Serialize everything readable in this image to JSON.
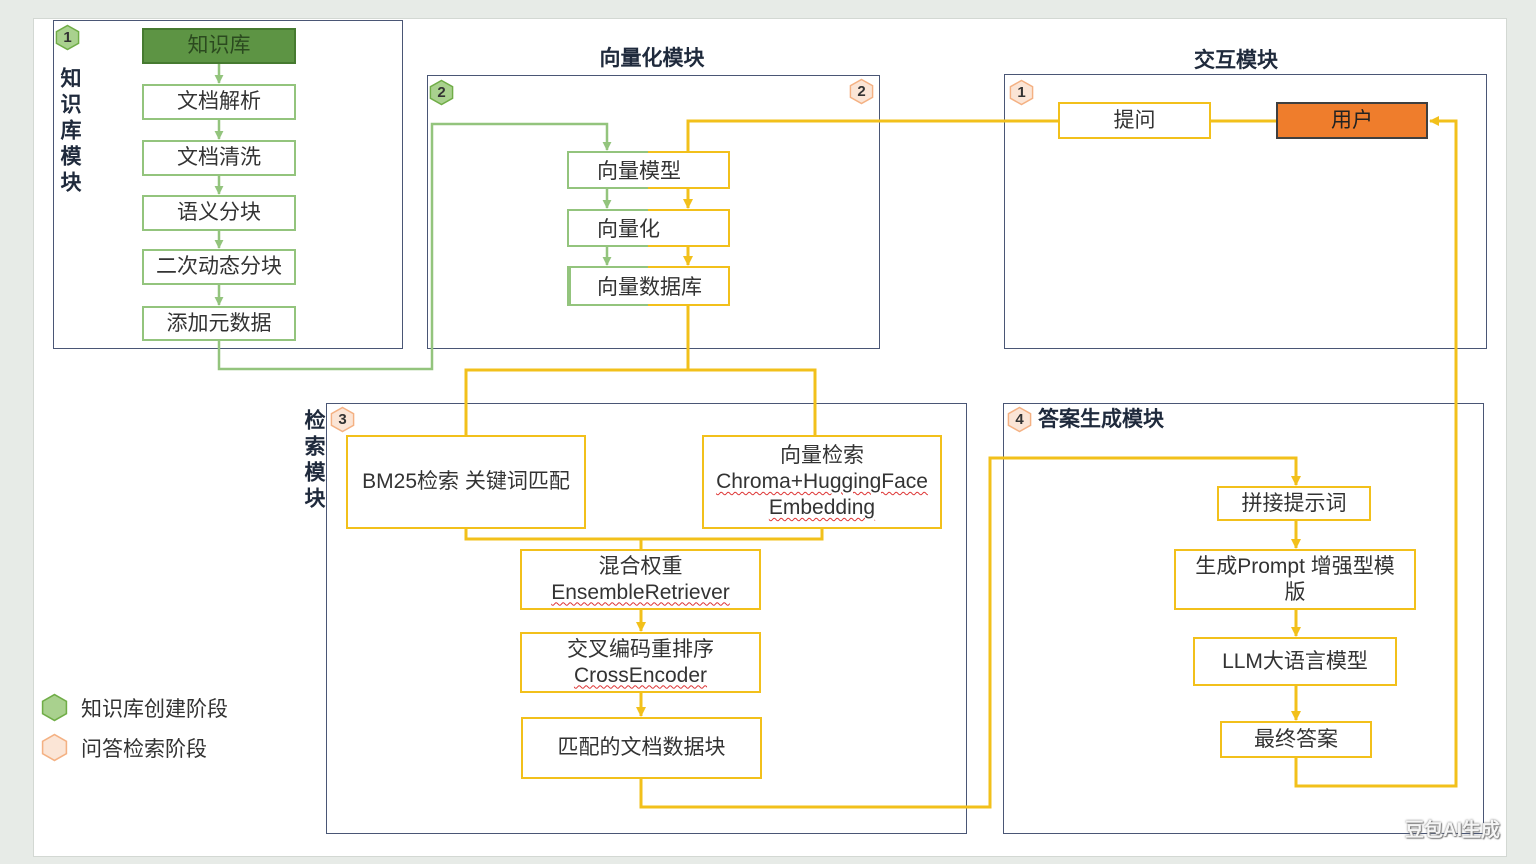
{
  "colors": {
    "green": "#93c47d",
    "green_fill": "#5d9444",
    "yellow": "#f2c01b",
    "orange": "#ef7d2c",
    "module_border": "#4a5675",
    "badge_green_fill": "#a9d18e",
    "badge_orange_fill": "#fbe5d6"
  },
  "knowledge_base_module": {
    "badge": "1",
    "title": "知识库模块",
    "steps": [
      "知识库",
      "文档解析",
      "文档清洗",
      "语义分块",
      "二次动态分块",
      "添加元数据"
    ]
  },
  "vectorization_module": {
    "title": "向量化模块",
    "badge_green": "2",
    "badge_orange": "2",
    "steps": [
      "向量模型",
      "向量化",
      "向量数据库"
    ]
  },
  "interaction_module": {
    "title": "交互模块",
    "badge": "1",
    "question": "提问",
    "user": "用户"
  },
  "retrieval_module": {
    "title": "检索模块",
    "badge": "3",
    "bm25": "BM25检索 关键词匹配",
    "vector_search": [
      "向量检索",
      "Chroma+HuggingFace",
      "Embedding"
    ],
    "hybrid": [
      "混合权重",
      "EnsembleRetriever"
    ],
    "rerank": [
      "交叉编码重排序",
      "CrossEncoder"
    ],
    "matched_chunks": "匹配的文档数据块"
  },
  "answer_module": {
    "title": "答案生成模块",
    "badge": "4",
    "concat_prompt": "拼接提示词",
    "prompt_template": [
      "生成Prompt 增强型模",
      "版"
    ],
    "llm": "LLM大语言模型",
    "final_answer": "最终答案"
  },
  "legend": [
    {
      "label": "知识库创建阶段",
      "icon": "green-hexagon-icon"
    },
    {
      "label": "问答检索阶段",
      "icon": "orange-hexagon-icon"
    }
  ],
  "watermark": "豆包AI生成"
}
